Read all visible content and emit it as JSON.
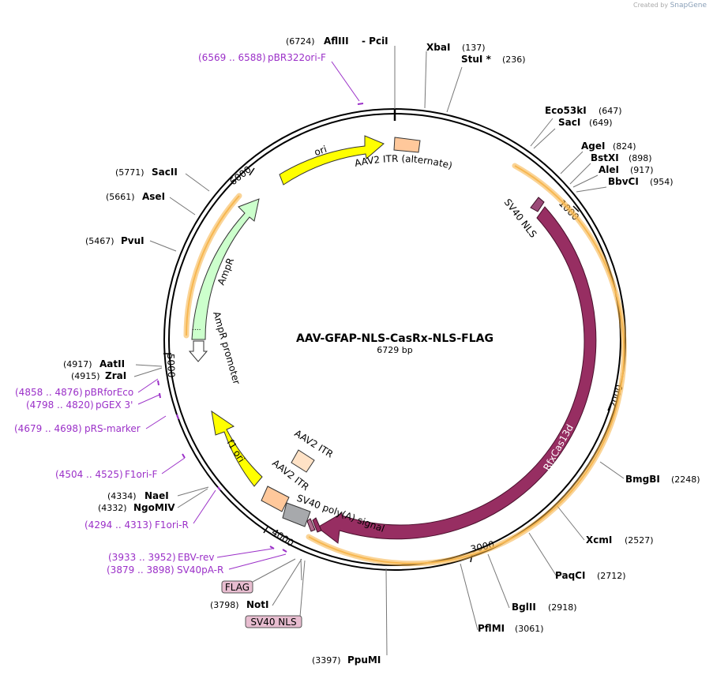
{
  "header": {
    "credit_prefix": "Created by",
    "credit_brand": "SnapGene"
  },
  "plasmid": {
    "name": "AAV-GFAP-NLS-CasRx-NLS-FLAG",
    "size": "6729 bp"
  },
  "ticks": [
    "1000",
    "2000",
    "3000",
    "4000",
    "5000",
    "6000"
  ],
  "enzymes": [
    {
      "pos": "(6724)",
      "name": "AflIII",
      "extra": "- PciI"
    },
    {
      "pos": "(137)",
      "name": "XbaI"
    },
    {
      "pos": "(236)",
      "name": "StuI *"
    },
    {
      "pos": "(647)",
      "name": "Eco53kI"
    },
    {
      "pos": "(649)",
      "name": "SacI"
    },
    {
      "pos": "(824)",
      "name": "AgeI"
    },
    {
      "pos": "(898)",
      "name": "BstXI"
    },
    {
      "pos": "(917)",
      "name": "AleI"
    },
    {
      "pos": "(954)",
      "name": "BbvCI"
    },
    {
      "pos": "(2248)",
      "name": "BmgBI"
    },
    {
      "pos": "(2527)",
      "name": "XcmI"
    },
    {
      "pos": "(2712)",
      "name": "PaqCI"
    },
    {
      "pos": "(2918)",
      "name": "BglII"
    },
    {
      "pos": "(3061)",
      "name": "PflMI"
    },
    {
      "pos": "(3397)",
      "name": "PpuMI"
    },
    {
      "pos": "(3798)",
      "name": "NotI"
    },
    {
      "pos": "(4332)",
      "name": "NgoMIV"
    },
    {
      "pos": "(4334)",
      "name": "NaeI"
    },
    {
      "pos": "(4915)",
      "name": "ZraI"
    },
    {
      "pos": "(4917)",
      "name": "AatII"
    },
    {
      "pos": "(5467)",
      "name": "PvuI"
    },
    {
      "pos": "(5661)",
      "name": "AseI"
    },
    {
      "pos": "(5771)",
      "name": "SacII"
    }
  ],
  "primers": [
    {
      "pos": "(6569 .. 6588)",
      "name": "pBR322ori-F"
    },
    {
      "pos": "(4858 .. 4876)",
      "name": "pBRforEco"
    },
    {
      "pos": "(4798 .. 4820)",
      "name": "pGEX 3'"
    },
    {
      "pos": "(4679 .. 4698)",
      "name": "pRS-marker"
    },
    {
      "pos": "(4504 .. 4525)",
      "name": "F1ori-F"
    },
    {
      "pos": "(4294 .. 4313)",
      "name": "F1ori-R"
    },
    {
      "pos": "(3933 .. 3952)",
      "name": "EBV-rev"
    },
    {
      "pos": "(3879 .. 3898)",
      "name": "SV40pA-R"
    }
  ],
  "features": {
    "ori": "ori",
    "itr_alt": "AAV2 ITR (alternate)",
    "sv40_nls": "SV40 NLS",
    "rfxcas13d": "RfxCas13d",
    "sv40_polya": "SV40 poly(A) signal",
    "aav2_itr_1": "AAV2 ITR",
    "aav2_itr_2": "AAV2 ITR",
    "f1_ori": "f1 ori",
    "ampr": "AmpR",
    "ampr_promoter": "AmpR promoter"
  },
  "boxes": {
    "flag": "FLAG",
    "sv40_nls_box": "SV40 NLS"
  },
  "colors": {
    "rfxcas13d": "#972e62",
    "ori": "#ffff00",
    "ampr": "#ccffcc",
    "itr": "#ffc89b",
    "itr_light": "#ffe2c6",
    "polya": "#a7a9ac",
    "halo": "#f5b041",
    "primer": "#9b30c8",
    "box": "#e8bdd0"
  }
}
